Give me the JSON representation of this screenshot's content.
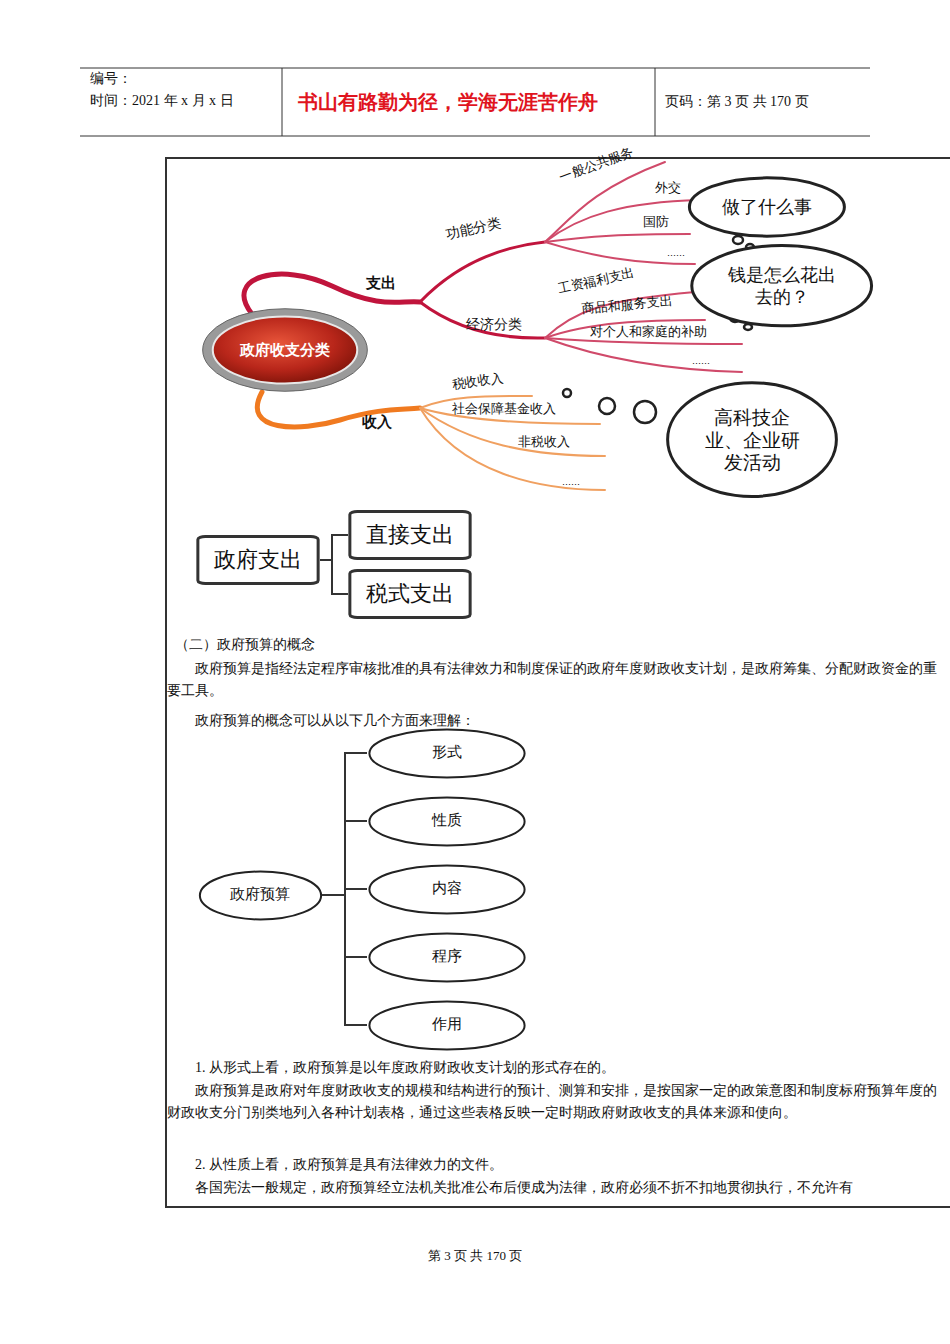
{
  "diagram": {
    "nodes": [
      {
        "text": [
          "政府收支分类"
        ]
      },
      {
        "text": [
          "做了什么事"
        ]
      },
      {
        "text": [
          "钱是怎么花出去的？"
        ]
      },
      {
        "text": [
          "高科技企业、企业研发活动"
        ]
      },
      {
        "text": [
          "政府支出"
        ]
      },
      {
        "text": [
          "直接支出"
        ]
      },
      {
        "text": [
          "税式支出"
        ]
      },
      {
        "text": [
          "政府预算"
        ]
      },
      {
        "text": [
          "形式"
        ]
      },
      {
        "text": [
          "性质"
        ]
      },
      {
        "text": [
          "内容"
        ]
      },
      {
        "text": [
          "程序"
        ]
      },
      {
        "text": [
          "作用"
        ]
      }
    ],
    "edges": [
      {
        "from": 4,
        "to": 5,
        "arrow": "none"
      },
      {
        "from": 4,
        "to": 6,
        "arrow": "none"
      },
      {
        "from": 7,
        "to": 8,
        "arrow": "none"
      },
      {
        "from": 7,
        "to": 9,
        "arrow": "none"
      },
      {
        "from": 7,
        "to": 10,
        "arrow": "none"
      },
      {
        "from": 7,
        "to": 11,
        "arrow": "none"
      },
      {
        "from": 7,
        "to": 12,
        "arrow": "none"
      }
    ],
    "labels": [
      "编号：",
      "时间：2021 年 x 月 x 日",
      "书山有路勤为径，学海无涯苦作舟",
      "页码：第 3 页 共 170 页",
      "支出",
      "功能分类",
      "一般公共服务",
      "外交",
      "国防",
      "……",
      "经济分类",
      "工资福利支出",
      "商品和服务支出",
      "对个人和家庭的补助",
      "……",
      "收入",
      "税收收入",
      "社会保障基金收入",
      "非税收入",
      "……",
      "（二）政府预算的概念",
      "政府预算是指经法定程序审核批准的具有法律效力和制度保证的政府年度财政收支计划，是政府筹集、分配财政资金的重要工具。",
      "政府预算的概念可以从以下几个方面来理解：",
      "1. 从形式上看，政府预算是以年度政府财政收支计划的形式存在的。",
      "政府预算是政府对年度财政收支的规模和结构进行的预计、测算和安排，是按国家一定的政策意图和制度标府预算年度的财政收支分门别类地列入各种计划表格，通过这些表格反映一定时期政府财政收支的具体来源和使向。",
      "2. 从性质上看，政府预算是具有法律效力的文件。",
      "各国宪法一般规定，政府预算经立法机关批准公布后便成为法律，政府必须不折不扣地贯彻执行，不允许有",
      "第 3 页 共 170 页"
    ]
  }
}
